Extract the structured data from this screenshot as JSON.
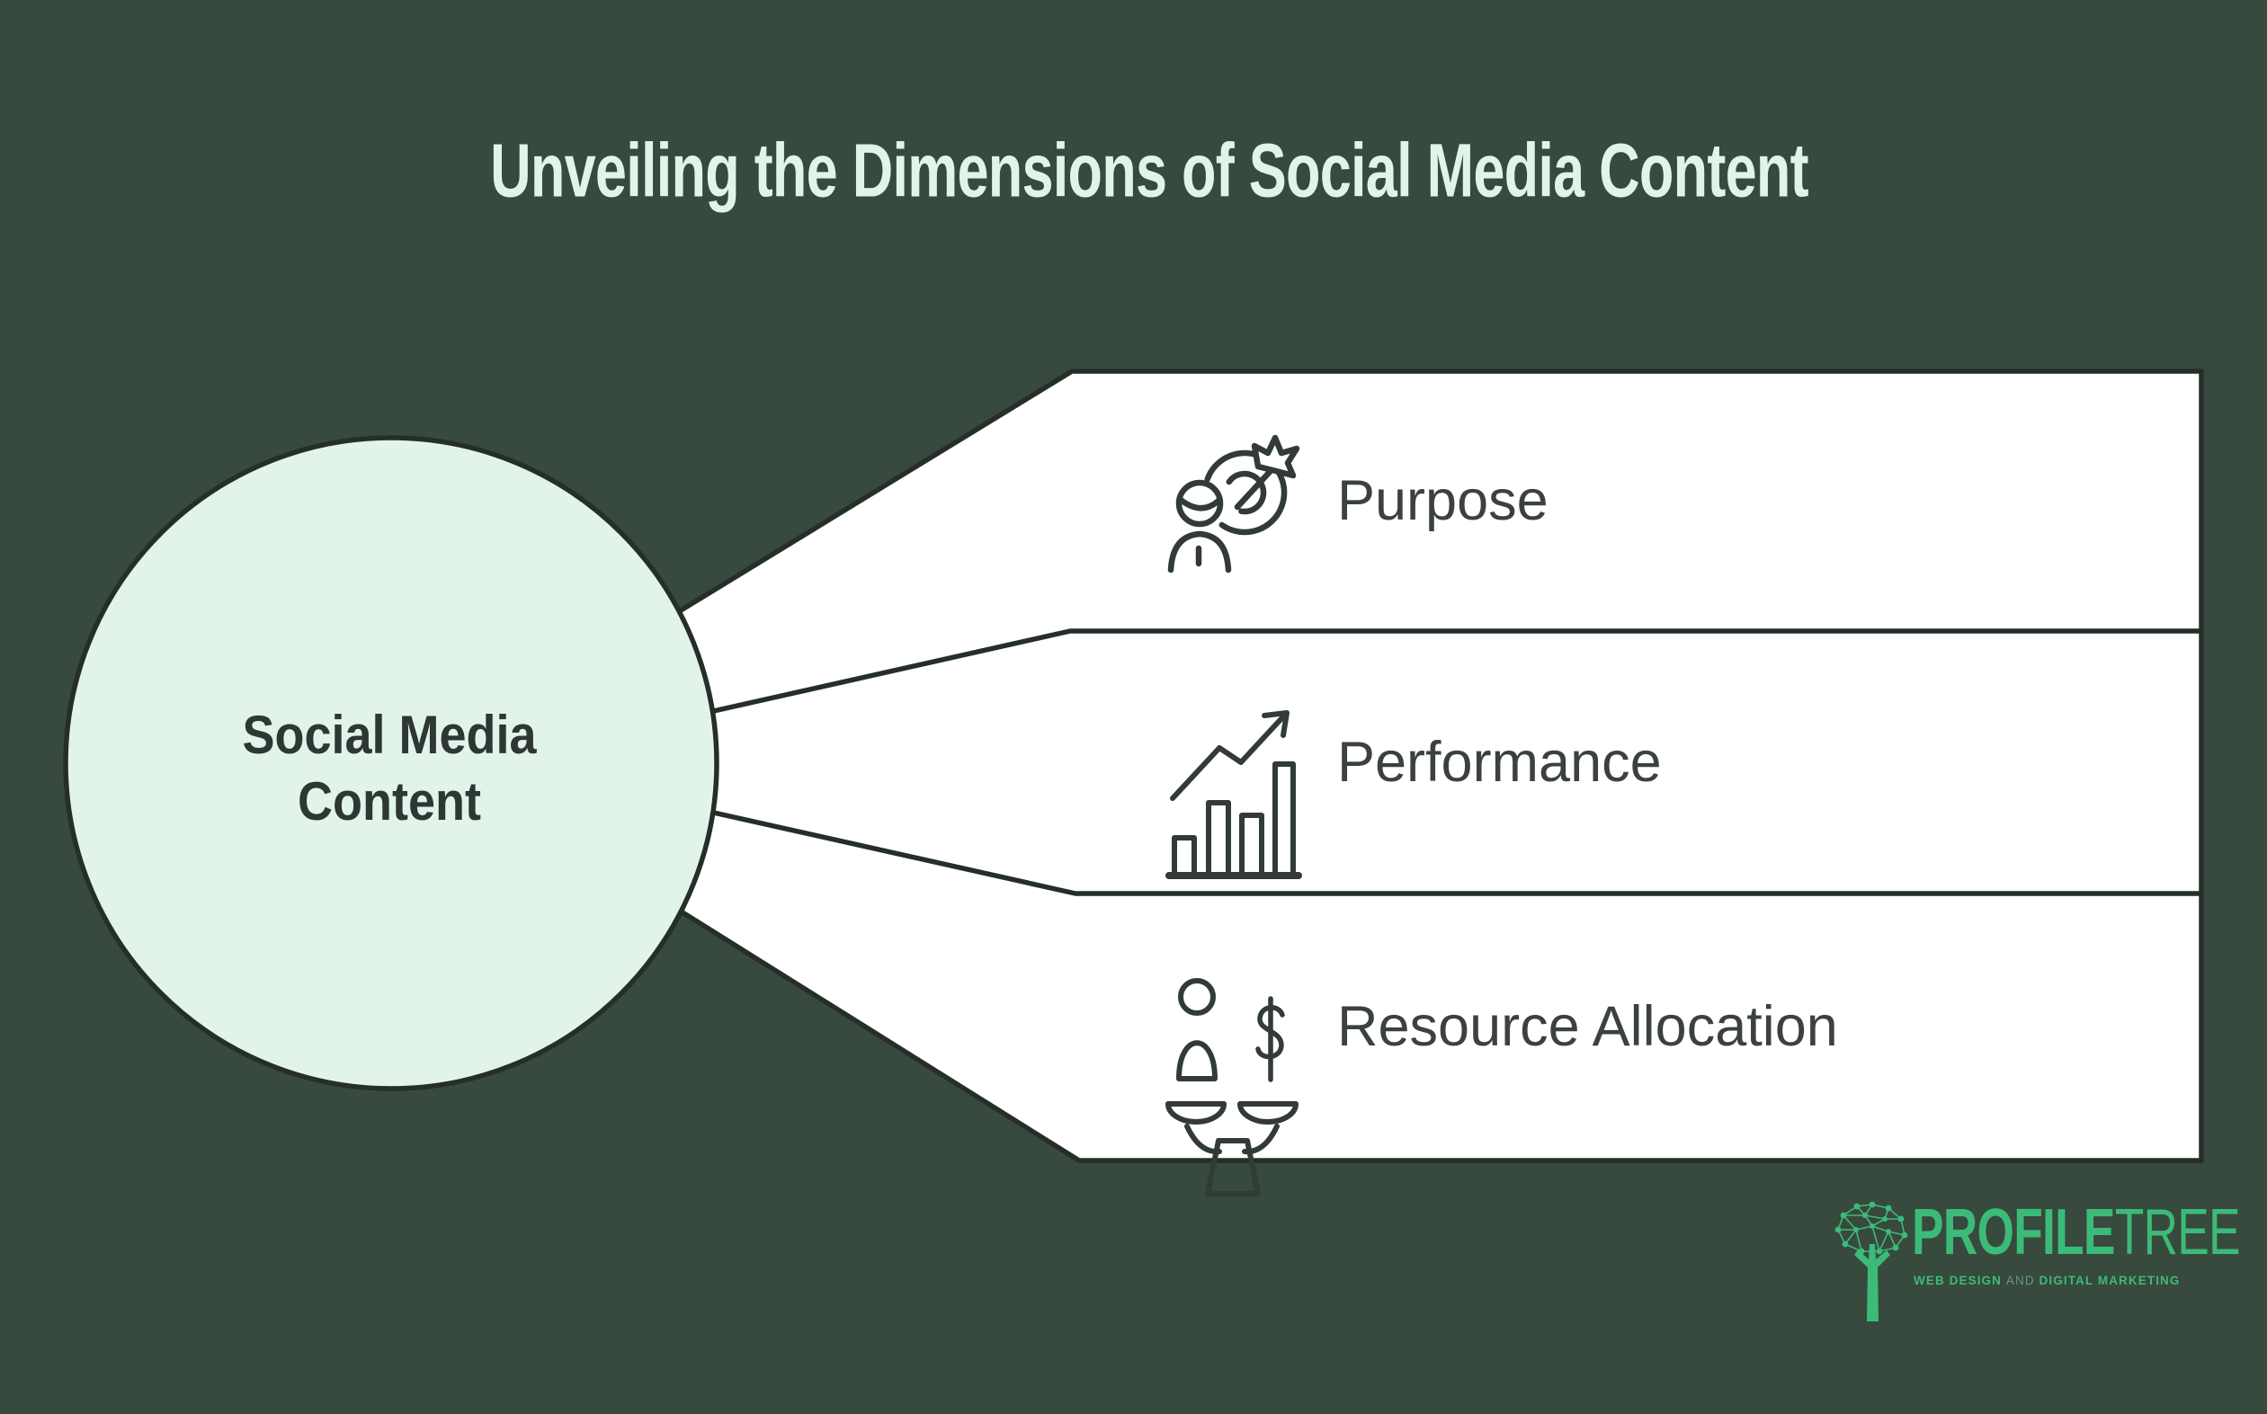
{
  "title": "Unveiling the Dimensions of Social Media Content",
  "center": {
    "line1": "Social Media",
    "line2": "Content"
  },
  "branches": [
    {
      "label": "Purpose",
      "icon": "person-target-icon"
    },
    {
      "label": "Performance",
      "icon": "growth-bar-chart-icon"
    },
    {
      "label": "Resource Allocation",
      "icon": "person-money-balance-icon"
    }
  ],
  "logo": {
    "icon": "profiletree-tree-icon",
    "name_primary": "PROFILE",
    "name_secondary": "TREE",
    "tagline_lead": "WEB DESIGN",
    "tagline_connector": "AND",
    "tagline_tail": "DIGITAL MARKETING"
  },
  "colors": {
    "background": "#38493D",
    "banner_fill": "#FFFFFF",
    "outline": "#262E29",
    "circle_fill": "#E2F4E9",
    "title_text": "#E2F4E9",
    "center_text": "#2E3733",
    "label_text": "#3B423E",
    "icon_stroke": "#323B35",
    "brand_green": "#3CBB78",
    "tagline_and_color": "#6B9680"
  }
}
